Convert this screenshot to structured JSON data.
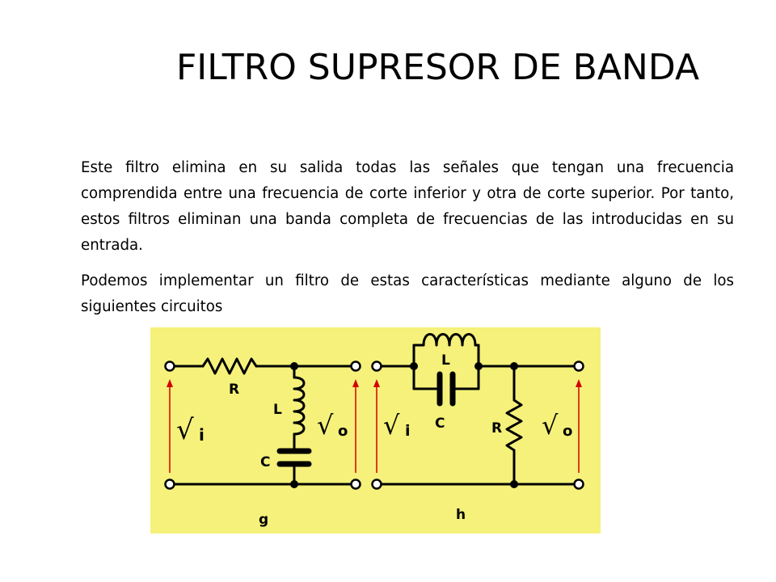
{
  "slide": {
    "title": "FILTRO SUPRESOR DE BANDA",
    "paragraph_1": "Este filtro elimina en su salida todas las señales que tengan una frecuencia comprendida entre una frecuencia de corte inferior y otra de corte superior. Por tanto, estos filtros eliminan una banda completa de frecuencias de las introducidas en su entrada.",
    "paragraph_2": "Podemos implementar un filtro de estas características mediante alguno de los siguientes circuitos"
  },
  "circuit_g": {
    "resistor_label": "R",
    "inductor_label": "L",
    "capacitor_label": "C",
    "input_symbol": "√",
    "input_subscript": "i",
    "output_symbol": "√",
    "output_subscript": "o",
    "caption": "g"
  },
  "circuit_h": {
    "inductor_label": "L",
    "capacitor_label": "C",
    "resistor_label": "R",
    "input_symbol": "√",
    "input_subscript": "i",
    "output_symbol": "√",
    "output_subscript": "o",
    "caption": "h"
  },
  "colors": {
    "diagram_background": "#f5f17a",
    "wire": "#000000",
    "terminal_fill": "#ffffff",
    "voltage_arrow": "#d40000"
  }
}
